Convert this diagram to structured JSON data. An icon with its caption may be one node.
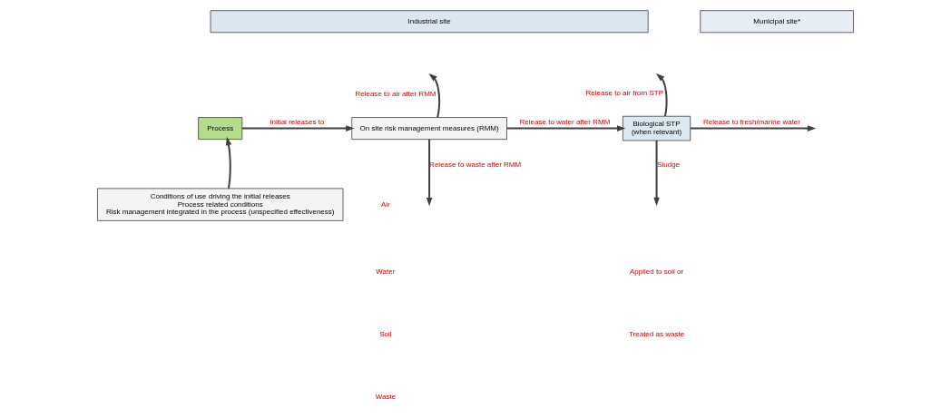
{
  "diagram": {
    "nodes": [
      {
        "text": [
          "Industrial site"
        ]
      },
      {
        "text": [
          "Municipal site*"
        ]
      },
      {
        "text": [
          "Process"
        ]
      },
      {
        "text": [
          "On site risk management measures (RMM)"
        ]
      },
      {
        "text": [
          "Biological STP",
          "(when relevant)"
        ]
      },
      {
        "text": [
          "Conditions of use driving the initial releases",
          "Process related conditions",
          "Risk management integrated in the process (unspecified effectiveness)"
        ]
      }
    ],
    "edges": [
      {
        "from": 5,
        "to": 2,
        "arrow": "to"
      },
      {
        "from": 2,
        "to": 3,
        "arrow": "to",
        "label": "Initial releases to"
      },
      {
        "from": 3,
        "to": null,
        "arrow": "to",
        "label": "Release to waste after RMM"
      },
      {
        "from": 3,
        "to": null,
        "arrow": "to",
        "label": "Release to air after RMM"
      },
      {
        "from": 3,
        "to": 4,
        "arrow": "to",
        "label": "Release to water after RMM"
      },
      {
        "from": 4,
        "to": null,
        "arrow": "to",
        "label": "Release to fresh/marine water"
      },
      {
        "from": 4,
        "to": null,
        "arrow": "to",
        "label": "Sludge"
      },
      {
        "from": 4,
        "to": null,
        "arrow": "to",
        "label": "Release to air from STP"
      }
    ],
    "labels": [
      "Air",
      "Water",
      "Soil",
      "Waste",
      "Applied to soil or",
      "Treated as waste"
    ]
  }
}
